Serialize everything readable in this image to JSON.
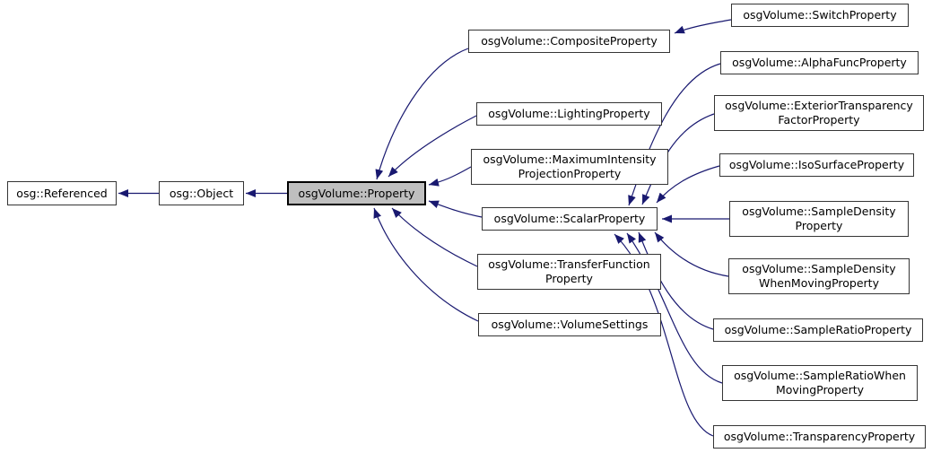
{
  "diagram": {
    "kind": "class-inheritance-graph",
    "colors": {
      "arrow": "#191970",
      "node_fill": "#ffffff",
      "node_border": "#353535",
      "highlight_fill": "#bfbfbf",
      "highlight_border": "#000000",
      "text": "#000000",
      "background": "#ffffff"
    },
    "nodes": [
      {
        "id": "referenced",
        "label": "osg::Referenced"
      },
      {
        "id": "object",
        "label": "osg::Object"
      },
      {
        "id": "property",
        "label": "osgVolume::Property",
        "highlighted": true
      },
      {
        "id": "composite",
        "label": "osgVolume::CompositeProperty"
      },
      {
        "id": "switch",
        "label": "osgVolume::SwitchProperty"
      },
      {
        "id": "lighting",
        "label": "osgVolume::LightingProperty"
      },
      {
        "id": "mip",
        "label": "osgVolume::MaximumIntensity\nProjectionProperty"
      },
      {
        "id": "scalar",
        "label": "osgVolume::ScalarProperty"
      },
      {
        "id": "transferfunction",
        "label": "osgVolume::TransferFunction\nProperty"
      },
      {
        "id": "volumesettings",
        "label": "osgVolume::VolumeSettings"
      },
      {
        "id": "alphafunc",
        "label": "osgVolume::AlphaFuncProperty"
      },
      {
        "id": "exteriortransparencyfactor",
        "label": "osgVolume::ExteriorTransparency\nFactorProperty"
      },
      {
        "id": "isosurface",
        "label": "osgVolume::IsoSurfaceProperty"
      },
      {
        "id": "sampledensity",
        "label": "osgVolume::SampleDensity\nProperty"
      },
      {
        "id": "sampledensitywhenmoving",
        "label": "osgVolume::SampleDensity\nWhenMovingProperty"
      },
      {
        "id": "sampleratio",
        "label": "osgVolume::SampleRatioProperty"
      },
      {
        "id": "sampleratiowhenmoving",
        "label": "osgVolume::SampleRatioWhen\nMovingProperty"
      },
      {
        "id": "transparency",
        "label": "osgVolume::TransparencyProperty"
      }
    ],
    "edges": [
      {
        "from": "property",
        "to": "object"
      },
      {
        "from": "object",
        "to": "referenced"
      },
      {
        "from": "switch",
        "to": "composite"
      },
      {
        "from": "composite",
        "to": "property"
      },
      {
        "from": "lighting",
        "to": "property"
      },
      {
        "from": "mip",
        "to": "property"
      },
      {
        "from": "scalar",
        "to": "property"
      },
      {
        "from": "transferfunction",
        "to": "property"
      },
      {
        "from": "volumesettings",
        "to": "property"
      },
      {
        "from": "alphafunc",
        "to": "scalar"
      },
      {
        "from": "exteriortransparencyfactor",
        "to": "scalar"
      },
      {
        "from": "isosurface",
        "to": "scalar"
      },
      {
        "from": "sampledensity",
        "to": "scalar"
      },
      {
        "from": "sampledensitywhenmoving",
        "to": "scalar"
      },
      {
        "from": "sampleratio",
        "to": "scalar"
      },
      {
        "from": "sampleratiowhenmoving",
        "to": "scalar"
      },
      {
        "from": "transparency",
        "to": "scalar"
      }
    ]
  }
}
